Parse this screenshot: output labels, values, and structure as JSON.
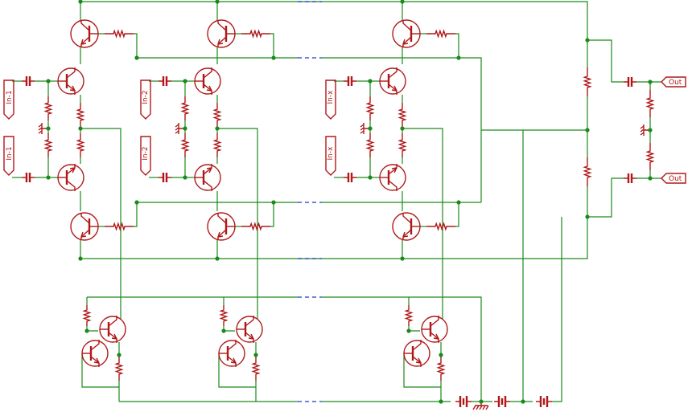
{
  "colors": {
    "wire": "#1a8a1a",
    "component": "#b01818",
    "bus_gap": "#2233cc",
    "background": "#ffffff"
  },
  "inputs": [
    {
      "top": "In-1",
      "bottom": "In-1"
    },
    {
      "top": "In-2",
      "bottom": "In-2"
    },
    {
      "top": "In-x",
      "bottom": "In-x"
    }
  ],
  "outputs": [
    "Out",
    "Out"
  ],
  "icons": [
    "npn-transistor-icon",
    "pnp-transistor-icon",
    "resistor-icon",
    "capacitor-icon",
    "battery-icon",
    "ground-icon"
  ]
}
